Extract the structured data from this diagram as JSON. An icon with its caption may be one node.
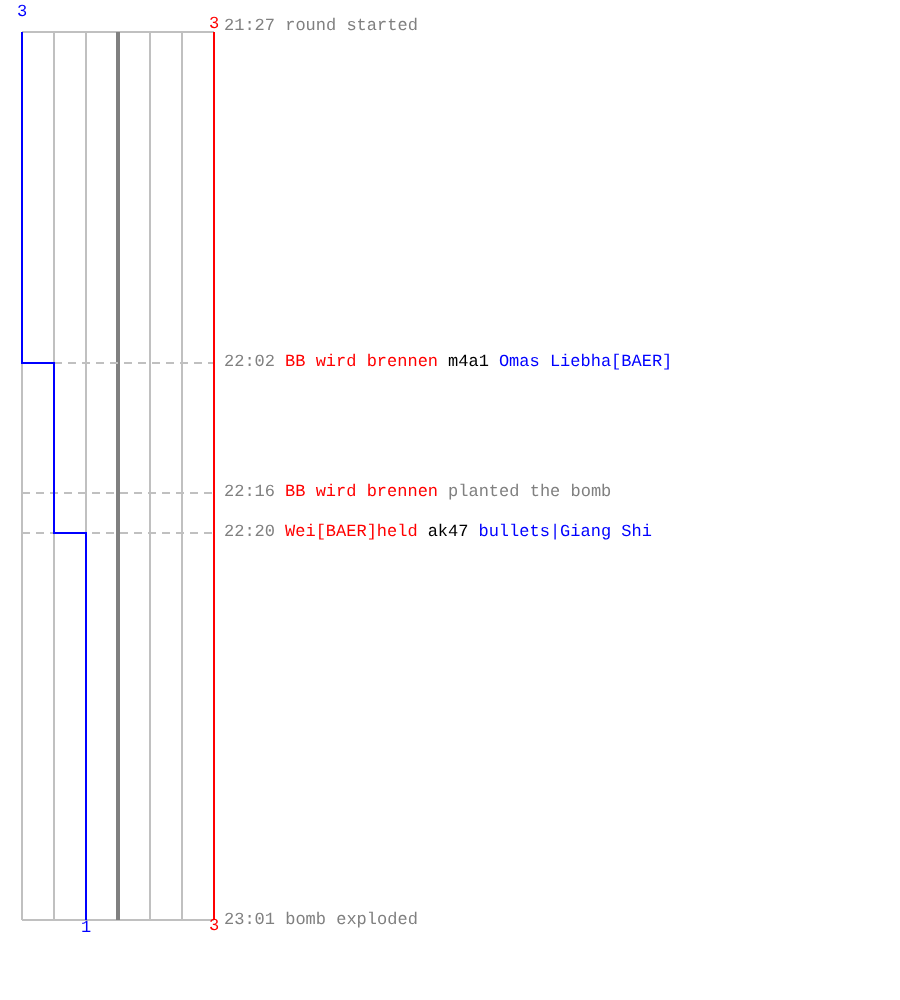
{
  "diagram": {
    "labels": [
      "3",
      "3",
      "21:27 round started",
      "22:02",
      "BB wird brennen",
      "m4a1",
      "Omas Liebha[BAER]",
      "22:16",
      "BB wird brennen",
      "planted the bomb",
      "22:20",
      "Wei[BAER]held",
      "ak47",
      "bullets|Giang Shi",
      "1",
      "3",
      "23:01 bomb exploded"
    ]
  }
}
